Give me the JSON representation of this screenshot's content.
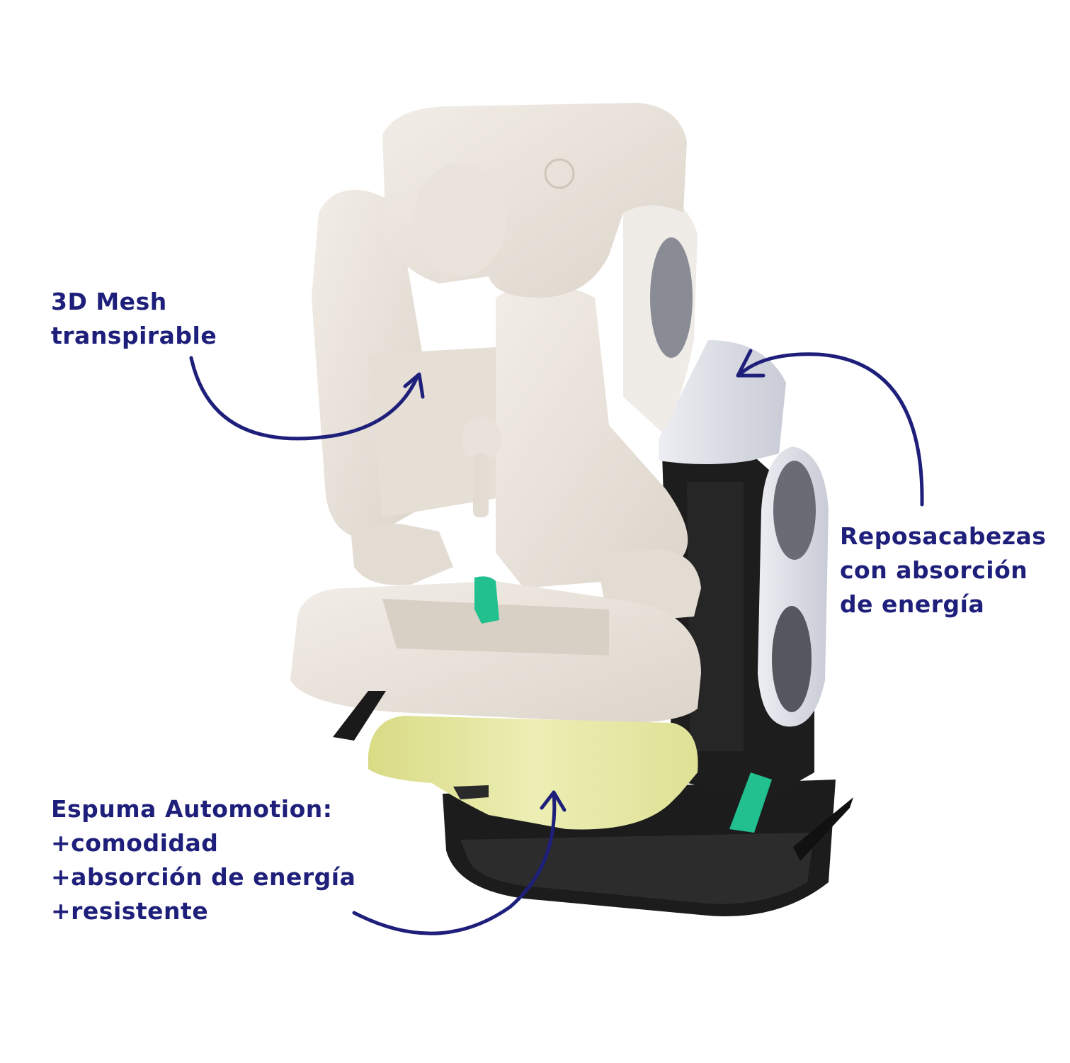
{
  "annotations": {
    "mesh": {
      "lines": [
        "3D Mesh",
        "transpirable"
      ]
    },
    "headrest": {
      "lines": [
        "Reposacabezas",
        "con absorción",
        "de energía"
      ]
    },
    "foam": {
      "lines": [
        "Espuma Automotion:",
        "+comodidad",
        "+absorción de energía",
        "+resistente"
      ]
    }
  },
  "colors": {
    "annotation": "#1e1f7a",
    "seat_fabric": "#ebe4dc",
    "foam": "#e6e8a0",
    "base": "#1b1b1b",
    "accent_clip": "#21c08e",
    "side_protector": "#d6d7e0"
  }
}
